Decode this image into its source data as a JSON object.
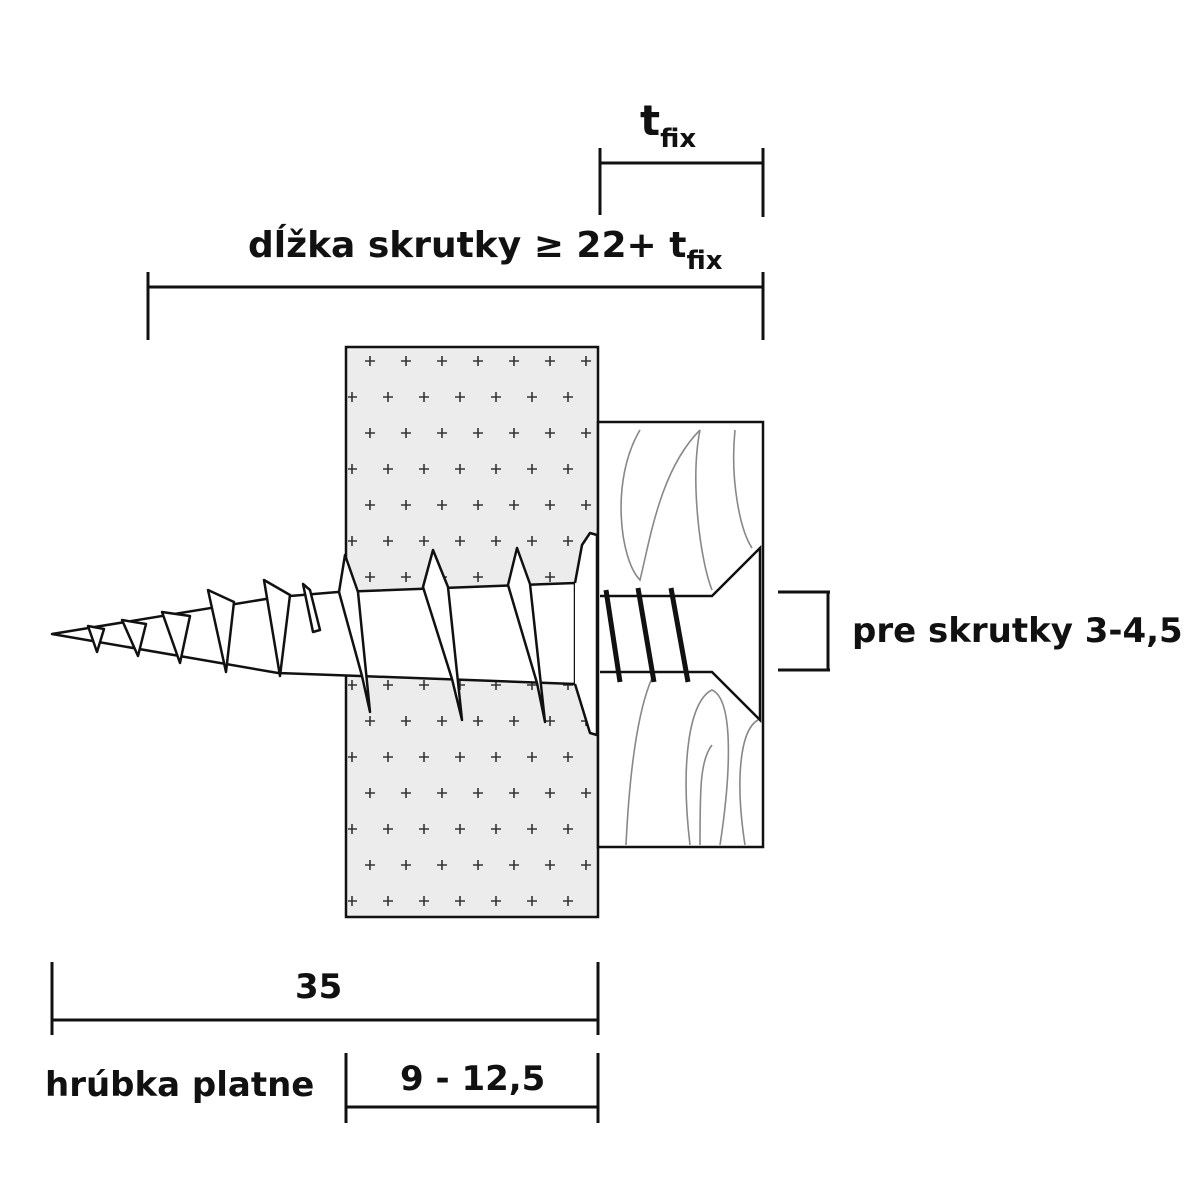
{
  "labels": {
    "t_fix_main": "t",
    "t_fix_sub": "fix",
    "screw_length_prefix": "dĺžka skrutky ≥ 22+ t",
    "screw_length_sub": "fix",
    "screw_size": "pre skrutky 3-4,5",
    "total_length": "35",
    "board_thickness_label": "hrúbka platne",
    "board_thickness_value": "9 - 12,5"
  },
  "colors": {
    "line": "#111111",
    "board_fill": "#ececec",
    "grain": "#888888"
  }
}
